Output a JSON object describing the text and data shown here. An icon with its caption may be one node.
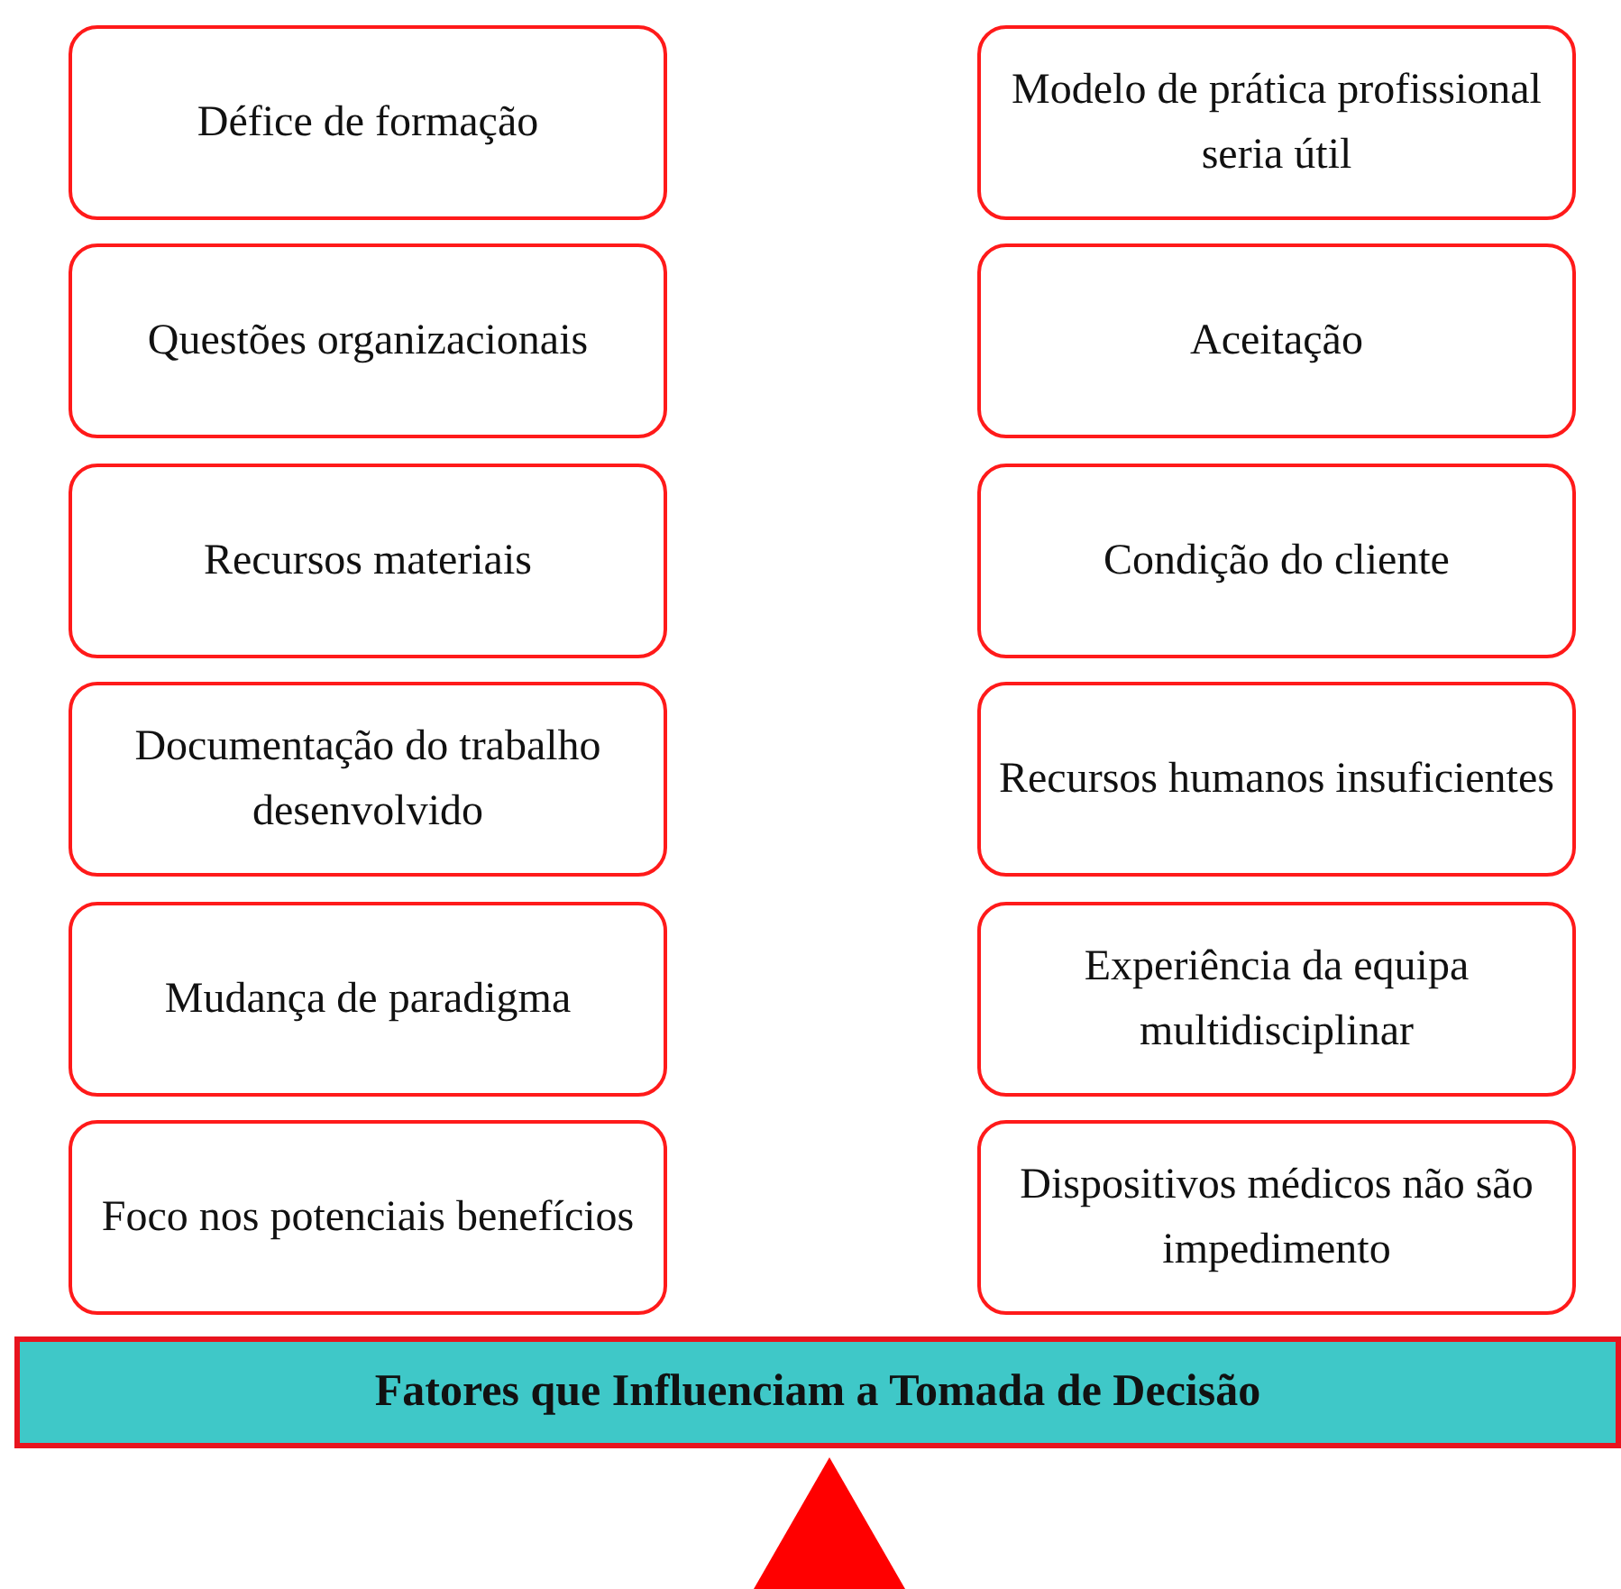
{
  "diagram": {
    "nodes": [
      {
        "text": [
          "Défice de formação"
        ]
      },
      {
        "text": [
          "Modelo de prática profissional seria útil"
        ]
      },
      {
        "text": [
          "Questões organizacionais"
        ]
      },
      {
        "text": [
          "Aceitação"
        ]
      },
      {
        "text": [
          "Recursos materiais"
        ]
      },
      {
        "text": [
          "Condição do cliente"
        ]
      },
      {
        "text": [
          "Documentação do trabalho desenvolvido"
        ]
      },
      {
        "text": [
          "Recursos humanos insuficientes"
        ]
      },
      {
        "text": [
          "Mudança de paradigma"
        ]
      },
      {
        "text": [
          "Experiência da equipa multidisciplinar"
        ]
      },
      {
        "text": [
          "Foco nos potenciais benefícios"
        ]
      },
      {
        "text": [
          "Dispositivos médicos não são impedimento"
        ]
      },
      {
        "text": [
          "Fatores que Influenciam a Tomada de Decisão"
        ]
      }
    ]
  }
}
